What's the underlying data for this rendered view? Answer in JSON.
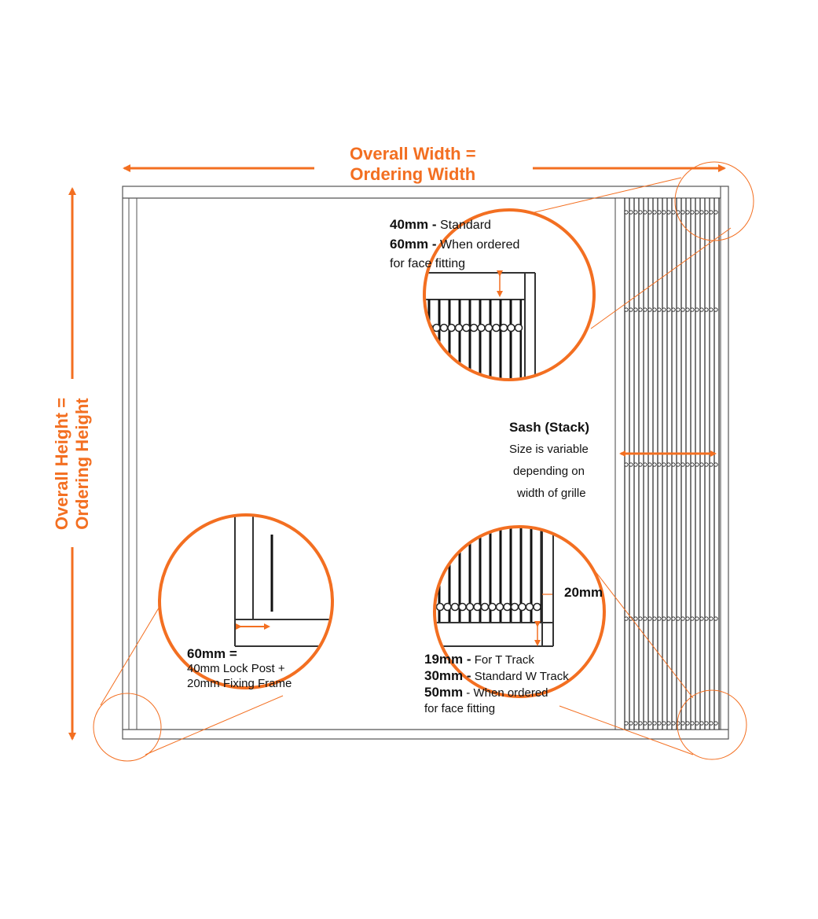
{
  "colors": {
    "accent": "#f36f21",
    "line": "#333333",
    "frame": "#555555"
  },
  "width_label": [
    "Overall Width =",
    "Ordering Width"
  ],
  "height_label": [
    "Overall Height =",
    "Ordering Height"
  ],
  "top_callout": {
    "line1_bold": "40mm -",
    "line1_rest": " Standard",
    "line2_bold": "60mm -",
    "line2_rest": " When ordered",
    "line3": "for face fitting"
  },
  "sash": {
    "title": "Sash (Stack)",
    "line1": "Size is variable",
    "line2": "depending on",
    "line3": "width of grille"
  },
  "left_callout": {
    "line1": "60mm =",
    "line2": "40mm Lock Post +",
    "line3": "20mm Fixing Frame"
  },
  "bottom_callout": {
    "side": "20mm",
    "line1_bold": "19mm -",
    "line1_rest": " For T Track",
    "line2_bold": "30mm -",
    "line2_rest": " Standard W Track",
    "line3_bold": "50mm",
    "line3_rest": " - When ordered",
    "line4": "for face fitting"
  }
}
